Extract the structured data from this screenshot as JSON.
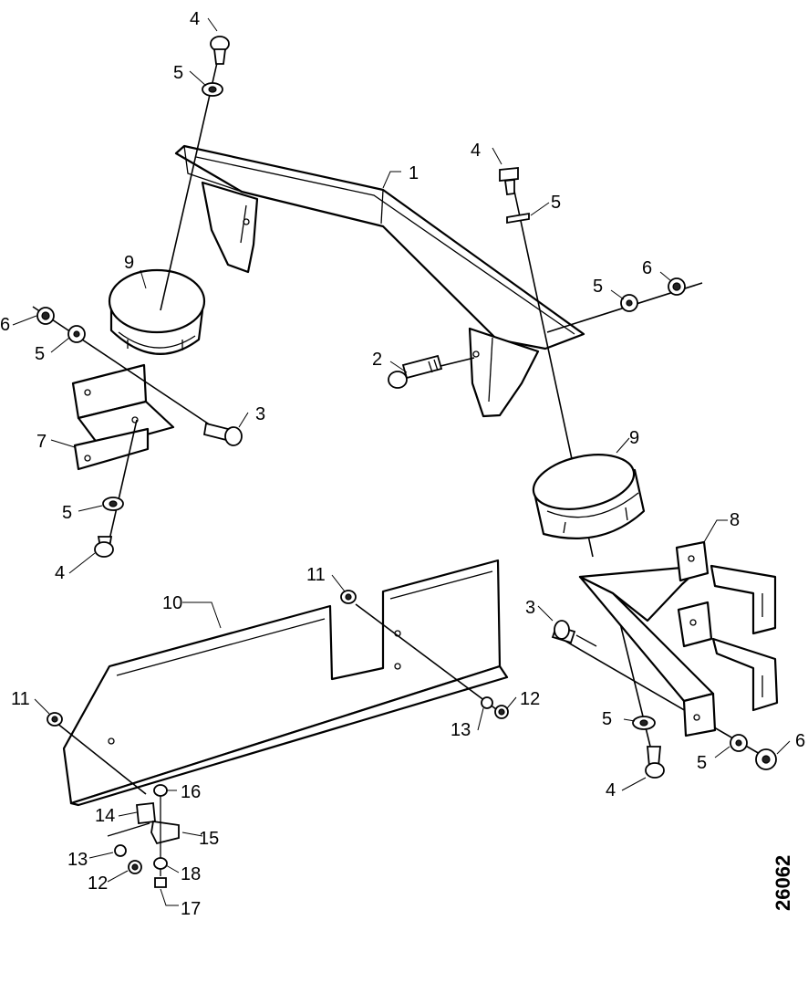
{
  "document_number": "26062",
  "callouts": {
    "c1": "1",
    "c2": "2",
    "c3a": "3",
    "c3b": "3",
    "c4a": "4",
    "c4b": "4",
    "c4c": "4",
    "c4d": "4",
    "c5a": "5",
    "c5b": "5",
    "c5c": "5",
    "c5d": "5",
    "c5e": "5",
    "c5f": "5",
    "c5g": "5",
    "c6a": "6",
    "c6b": "6",
    "c6c": "6",
    "c7": "7",
    "c8": "8",
    "c9a": "9",
    "c9b": "9",
    "c10": "10",
    "c11a": "11",
    "c11b": "11",
    "c12a": "12",
    "c12b": "12",
    "c13a": "13",
    "c13b": "13",
    "c14": "14",
    "c15": "15",
    "c16": "16",
    "c17": "17",
    "c18": "18"
  }
}
